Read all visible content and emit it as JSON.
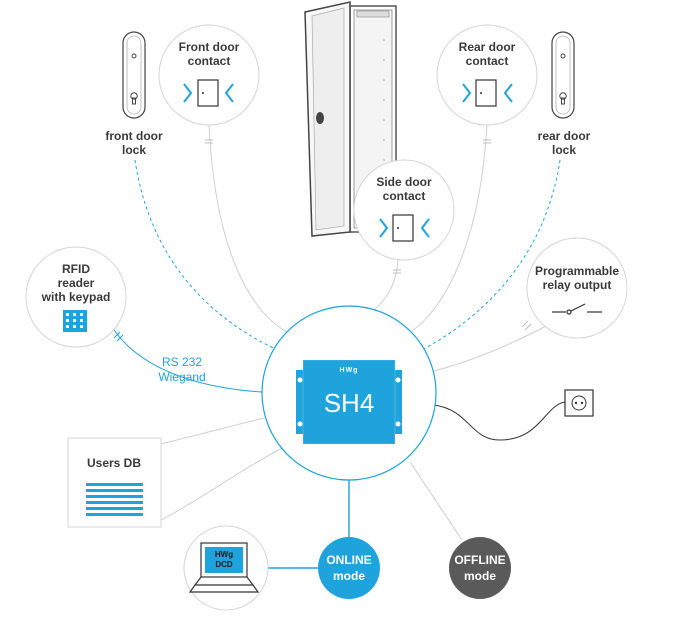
{
  "nodes": {
    "front_door_contact": {
      "line1": "Front door",
      "line2": "contact"
    },
    "rear_door_contact": {
      "line1": "Rear door",
      "line2": "contact"
    },
    "side_door_contact": {
      "line1": "Side door",
      "line2": "contact"
    },
    "front_door_lock": {
      "line1": "front door",
      "line2": "lock"
    },
    "rear_door_lock": {
      "line1": "rear door",
      "line2": "lock"
    },
    "rfid_reader": {
      "line1": "RFID",
      "line2": "reader",
      "line3": "with keypad"
    },
    "relay_output": {
      "line1": "Programmable",
      "line2": "relay output"
    },
    "users_db": {
      "label": "Users DB"
    },
    "hub": {
      "label": "SH4",
      "brand": "HWg"
    },
    "dcd": {
      "line1": "HWg",
      "line2": "DCD"
    },
    "online_mode": {
      "line1": "ONLINE",
      "line2": "mode"
    },
    "offline_mode": {
      "line1": "OFFLINE",
      "line2": "mode"
    }
  },
  "links": {
    "rfid_protocol": {
      "line1": "RS 232",
      "line2": "Wiegand"
    }
  },
  "colors": {
    "accent": "#1ea3dc",
    "hub_fill": "#1ea3dc",
    "offline_fill": "#5a5a5a",
    "circle_stroke": "#d5d5d5",
    "line_gray": "#cfcfcf",
    "text": "#2b2b2b"
  }
}
